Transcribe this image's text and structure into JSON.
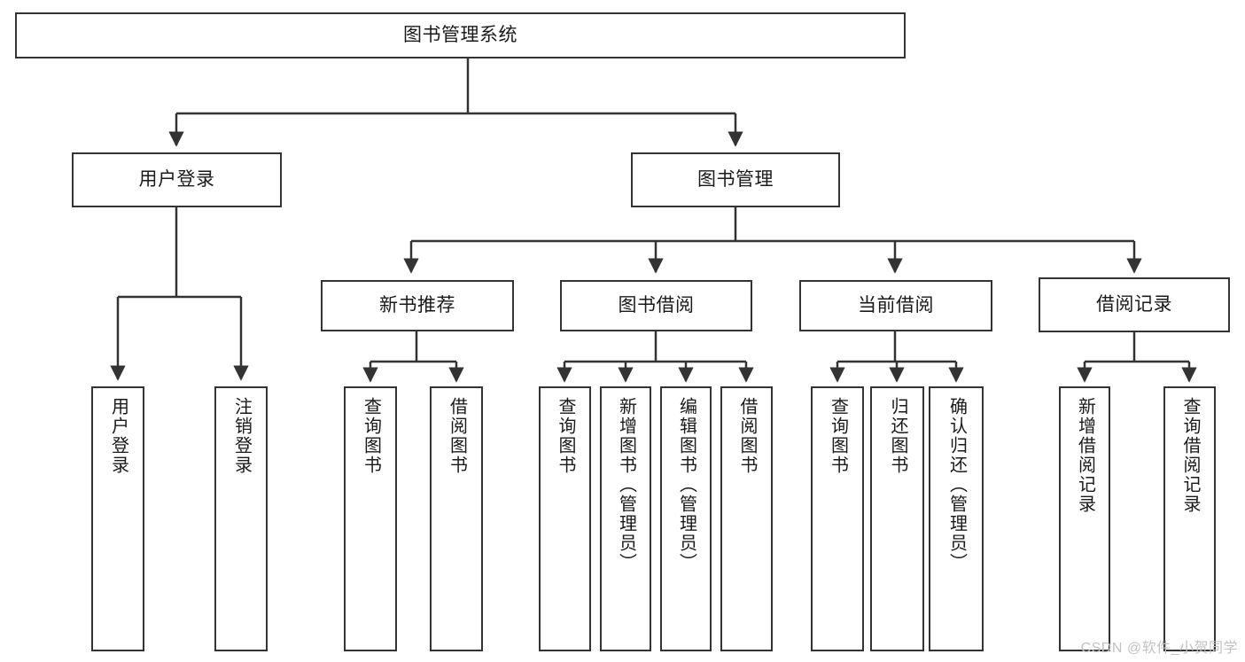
{
  "diagram": {
    "title": "图书管理系统",
    "watermark": "CSDN @软件_小贺同学",
    "colors": {
      "border": "#333333",
      "fill": "#ffffff",
      "background": "#ffffff",
      "text": "#1a1a1a",
      "watermark": "#c2c2c2"
    },
    "root": {
      "label": "图书管理系统"
    },
    "level1": [
      {
        "label": "用户登录"
      },
      {
        "label": "图书管理"
      }
    ],
    "level2": [
      {
        "label": "新书推荐"
      },
      {
        "label": "图书借阅"
      },
      {
        "label": "当前借阅"
      },
      {
        "label": "借阅记录"
      }
    ],
    "leaves": {
      "user_login": [
        {
          "label": "用户登录"
        },
        {
          "label": "注销登录"
        }
      ],
      "new_book_recommend": [
        {
          "label": "查询图书"
        },
        {
          "label": "借阅图书"
        }
      ],
      "book_borrow": [
        {
          "label": "查询图书"
        },
        {
          "label": "新增图书（管理员）"
        },
        {
          "label": "编辑图书（管理员）"
        },
        {
          "label": "借阅图书"
        }
      ],
      "current_borrow": [
        {
          "label": "查询图书"
        },
        {
          "label": "归还图书"
        },
        {
          "label": "确认归还（管理员）"
        }
      ],
      "borrow_record": [
        {
          "label": "新增借阅记录"
        },
        {
          "label": "查询借阅记录"
        }
      ]
    }
  }
}
